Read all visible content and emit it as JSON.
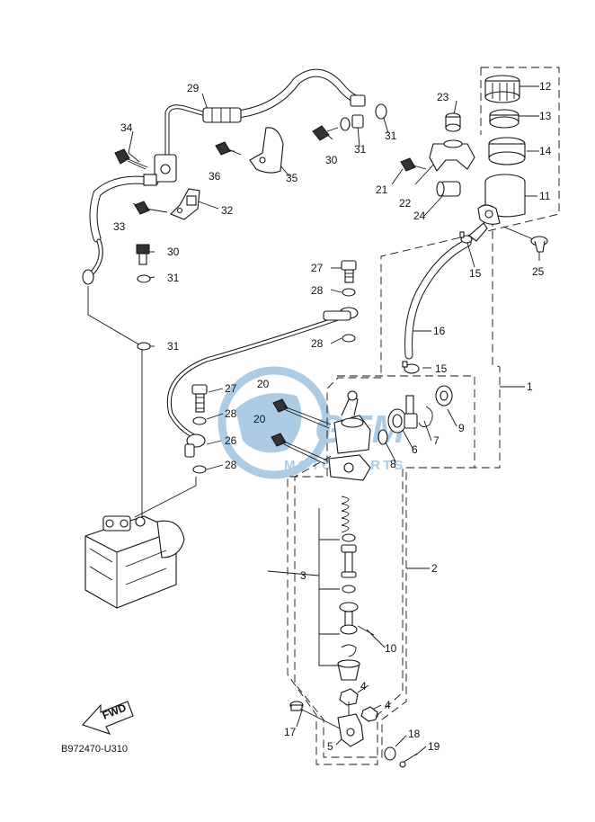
{
  "diagram_code": "B972470-U310",
  "fwd_label": "FWD",
  "watermark": {
    "brand": "GEM",
    "sub": "MOTORPARTS",
    "color": "#4a90c8"
  },
  "callouts": {
    "c1": "1",
    "c2": "2",
    "c3": "3",
    "c4a": "4",
    "c4b": "4",
    "c5": "5",
    "c6": "6",
    "c7": "7",
    "c8": "8",
    "c9": "9",
    "c10": "10",
    "c11": "11",
    "c12": "12",
    "c13": "13",
    "c14": "14",
    "c15a": "15",
    "c15b": "15",
    "c16": "16",
    "c17": "17",
    "c18": "18",
    "c19": "19",
    "c20a": "20",
    "c20b": "20",
    "c21": "21",
    "c22": "22",
    "c23": "23",
    "c24": "24",
    "c25": "25",
    "c26": "26",
    "c27a": "27",
    "c27b": "27",
    "c28a": "28",
    "c28b": "28",
    "c28c": "28",
    "c28d": "28",
    "c29": "29",
    "c30a": "30",
    "c30b": "30",
    "c31a": "31",
    "c31b": "31",
    "c31c": "31",
    "c31d": "31",
    "c32": "32",
    "c33": "33",
    "c34": "34",
    "c35": "35",
    "c36": "36"
  }
}
